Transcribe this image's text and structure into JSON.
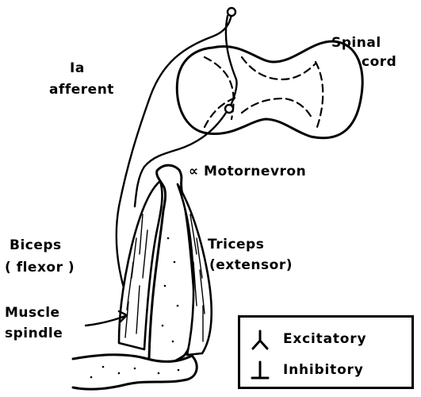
{
  "labels": {
    "ia_line1": "Ia",
    "ia_line2": "afferent",
    "spinal_line1": "Spinal",
    "spinal_line2": "cord",
    "motorneuron": "∝ Motornevron",
    "biceps_line1": "Biceps",
    "biceps_line2": "( flexor )",
    "triceps_line1": "Triceps",
    "triceps_line2": "(extensor)",
    "spindle_line1": "Muscle",
    "spindle_line2": "spindle"
  },
  "legend": {
    "excitatory": {
      "symbol": "excitatory-synapse-icon",
      "label": "Excitatory"
    },
    "inhibitory": {
      "symbol": "inhibitory-synapse-icon",
      "label": "Inhibitory"
    }
  },
  "colors": {
    "ink": "#000000",
    "background": "#ffffff"
  }
}
